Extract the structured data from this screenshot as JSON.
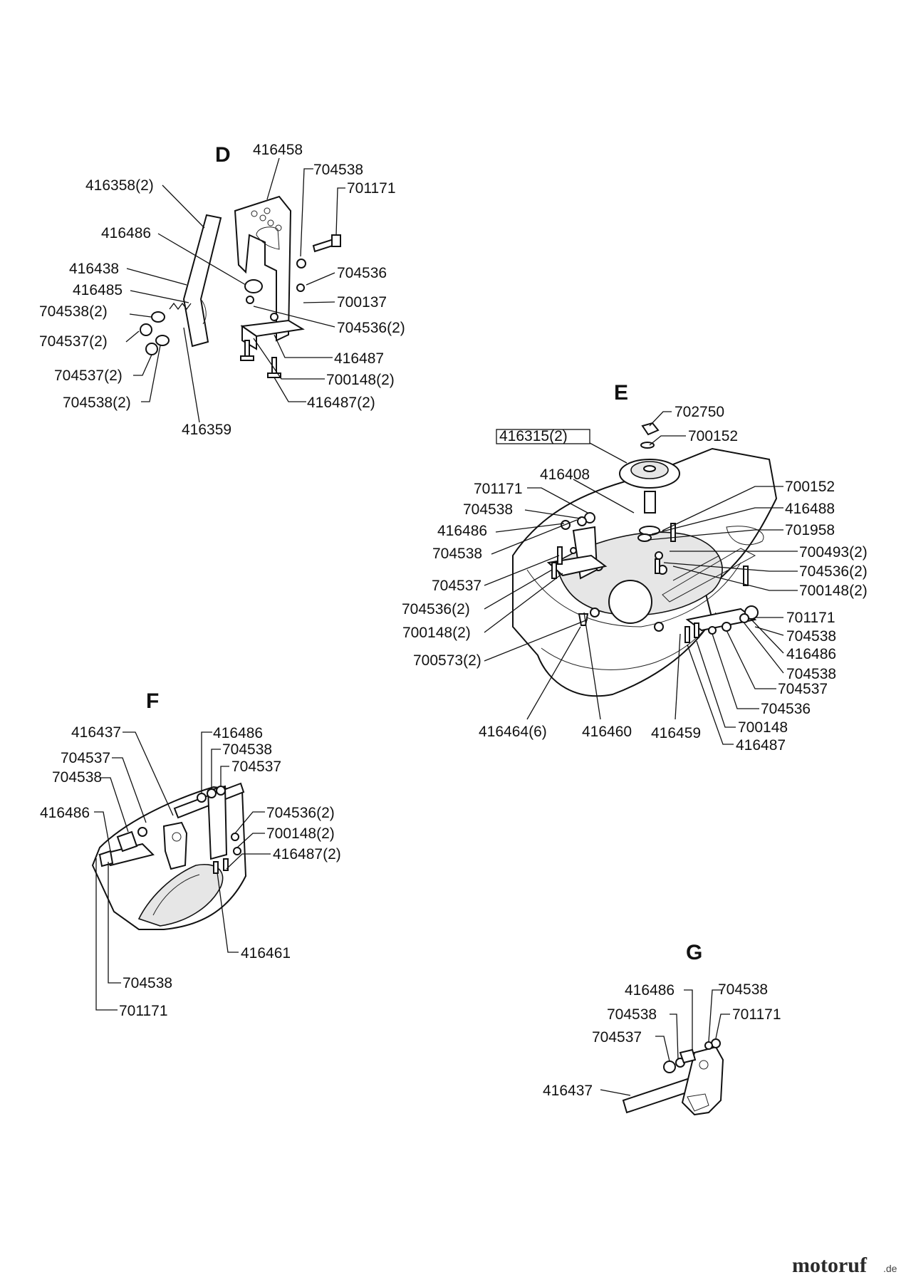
{
  "sections": {
    "D": {
      "title": "D",
      "labels": [
        "416458",
        "704538",
        "701171",
        "416358(2)",
        "416486",
        "416438",
        "416485",
        "704538(2)",
        "704537(2)",
        "704537(2)",
        "704538(2)",
        "704536",
        "700137",
        "704536(2)",
        "416487",
        "700148(2)",
        "416487(2)",
        "416359"
      ]
    },
    "E": {
      "title": "E",
      "labels": [
        "702750",
        "416315(2)",
        "700152",
        "416408",
        "701171",
        "704538",
        "416486",
        "704538",
        "704537",
        "704536(2)",
        "700148(2)",
        "700573(2)",
        "700152",
        "416488",
        "701958",
        "700493(2)",
        "704536(2)",
        "700148(2)",
        "701171",
        "704538",
        "416486",
        "704538",
        "704537",
        "704536",
        "700148",
        "416487",
        "416464(6)",
        "416460",
        "416459"
      ]
    },
    "F": {
      "title": "F",
      "labels": [
        "416437",
        "704537",
        "704538",
        "416486",
        "416486",
        "704538",
        "704537",
        "704536(2)",
        "700148(2)",
        "416487(2)",
        "416461",
        "704538",
        "701171"
      ]
    },
    "G": {
      "title": "G",
      "labels": [
        "416486",
        "704538",
        "704538",
        "701171",
        "704537",
        "416437"
      ]
    }
  },
  "watermark": {
    "brand": "motoruf",
    "suffix": ".de"
  },
  "colors": {
    "ink": "#111111",
    "background": "#ffffff"
  }
}
